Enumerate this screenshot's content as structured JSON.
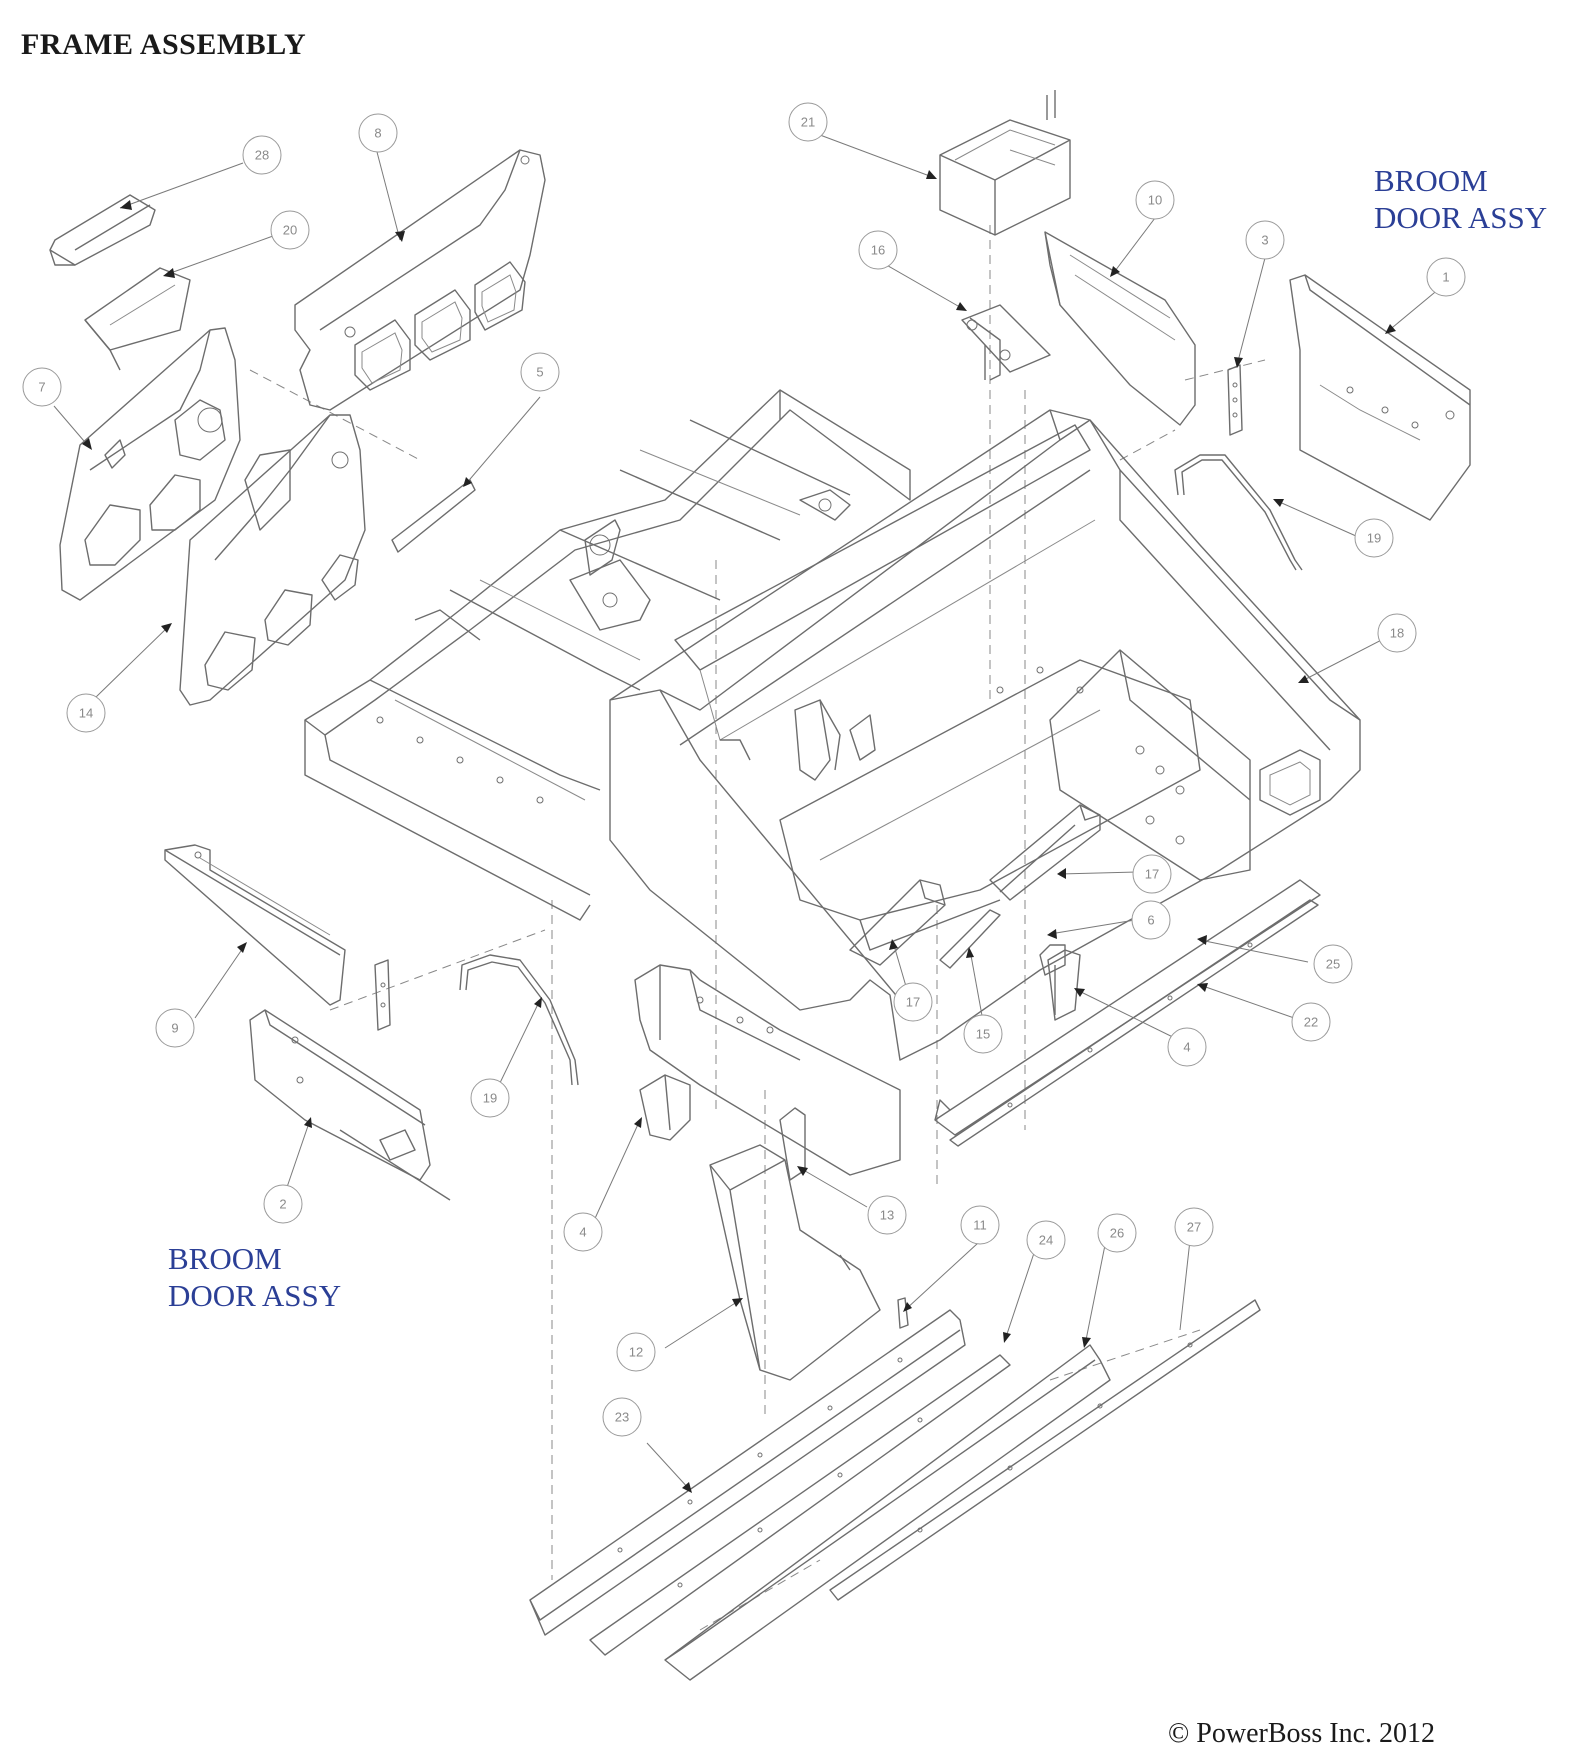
{
  "title": "FRAME ASSEMBLY",
  "assembly_labels": [
    {
      "line1": "BROOM",
      "line2": "DOOR ASSY"
    },
    {
      "line1": "BROOM",
      "line2": "DOOR ASSY"
    }
  ],
  "copyright": "© PowerBoss Inc. 2012",
  "callouts": [
    "28",
    "8",
    "20",
    "7",
    "14",
    "5",
    "21",
    "16",
    "10",
    "3",
    "1",
    "19",
    "18",
    "17",
    "6",
    "25",
    "17",
    "15",
    "4",
    "22",
    "9",
    "19",
    "2",
    "4",
    "13",
    "11",
    "24",
    "26",
    "27",
    "12",
    "23"
  ]
}
